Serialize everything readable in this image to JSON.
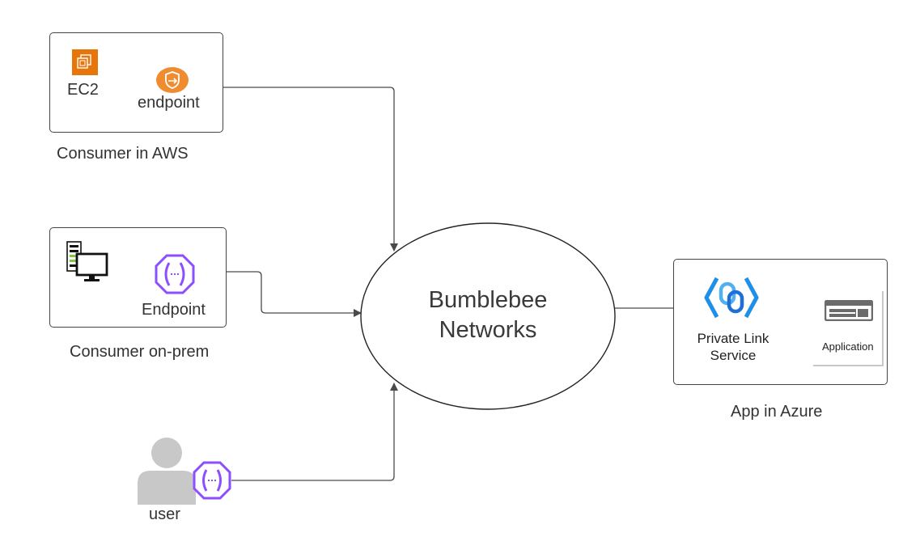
{
  "aws": {
    "ec2_label": "EC2",
    "endpoint_label": "endpoint",
    "caption": "Consumer in AWS"
  },
  "onprem": {
    "endpoint_label": "Endpoint",
    "caption": "Consumer on-prem"
  },
  "user": {
    "label": "user"
  },
  "hub": {
    "line1": "Bumblebee",
    "line2": "Networks"
  },
  "azure": {
    "pls_line1": "Private Link",
    "pls_line2": "Service",
    "app_label": "Application",
    "caption": "App in Azure"
  },
  "colors": {
    "aws_orange": "#e8750a",
    "endpoint_orange": "#f08c30",
    "purple": "#8c4fff",
    "azure_blue": "#1e90e8",
    "connector": "#4a4a4a"
  },
  "icons": {
    "ec2": "ec2-icon",
    "aws_endpoint": "vpc-endpoint-icon",
    "onprem_servers": "server-desktop-icon",
    "onprem_endpoint": "endpoint-hexagon-icon",
    "user": "user-icon",
    "user_endpoint": "endpoint-hexagon-icon",
    "pls": "private-link-icon",
    "app": "application-icon"
  }
}
